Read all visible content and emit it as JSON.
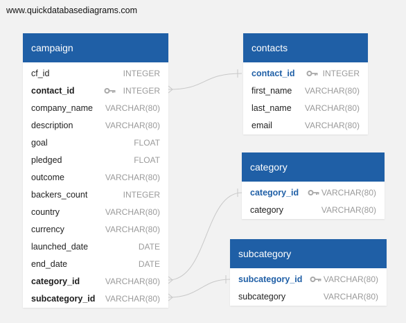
{
  "site": {
    "url": "www.quickdatabasediagrams.com"
  },
  "colors": {
    "header": "#1f5fa6",
    "primary_key": "#1f5fa6",
    "type_text": "#9a9a9a",
    "connector": "#c8c8c8"
  },
  "tables": {
    "campaign": {
      "name": "campaign",
      "fields": [
        {
          "name": "cf_id",
          "type": "INTEGER"
        },
        {
          "name": "contact_id",
          "type": "INTEGER",
          "key": true
        },
        {
          "name": "company_name",
          "type": "VARCHAR(80)"
        },
        {
          "name": "description",
          "type": "VARCHAR(80)"
        },
        {
          "name": "goal",
          "type": "FLOAT"
        },
        {
          "name": "pledged",
          "type": "FLOAT"
        },
        {
          "name": "outcome",
          "type": "VARCHAR(80)"
        },
        {
          "name": "backers_count",
          "type": "INTEGER"
        },
        {
          "name": "country",
          "type": "VARCHAR(80)"
        },
        {
          "name": "currency",
          "type": "VARCHAR(80)"
        },
        {
          "name": "launched_date",
          "type": "DATE"
        },
        {
          "name": "end_date",
          "type": "DATE"
        },
        {
          "name": "category_id",
          "type": "VARCHAR(80)"
        },
        {
          "name": "subcategory_id",
          "type": "VARCHAR(80)"
        }
      ]
    },
    "contacts": {
      "name": "contacts",
      "fields": [
        {
          "name": "contact_id",
          "type": "INTEGER",
          "key": true
        },
        {
          "name": "first_name",
          "type": "VARCHAR(80)"
        },
        {
          "name": "last_name",
          "type": "VARCHAR(80)"
        },
        {
          "name": "email",
          "type": "VARCHAR(80)"
        }
      ]
    },
    "category": {
      "name": "category",
      "fields": [
        {
          "name": "category_id",
          "type": "VARCHAR(80)",
          "key": true
        },
        {
          "name": "category",
          "type": "VARCHAR(80)"
        }
      ]
    },
    "subcategory": {
      "name": "subcategory",
      "fields": [
        {
          "name": "subcategory_id",
          "type": "VARCHAR(80)",
          "key": true
        },
        {
          "name": "subcategory",
          "type": "VARCHAR(80)"
        }
      ]
    }
  },
  "relationships": [
    {
      "from": "campaign.contact_id",
      "to": "contacts.contact_id"
    },
    {
      "from": "campaign.category_id",
      "to": "category.category_id"
    },
    {
      "from": "campaign.subcategory_id",
      "to": "subcategory.subcategory_id"
    }
  ]
}
